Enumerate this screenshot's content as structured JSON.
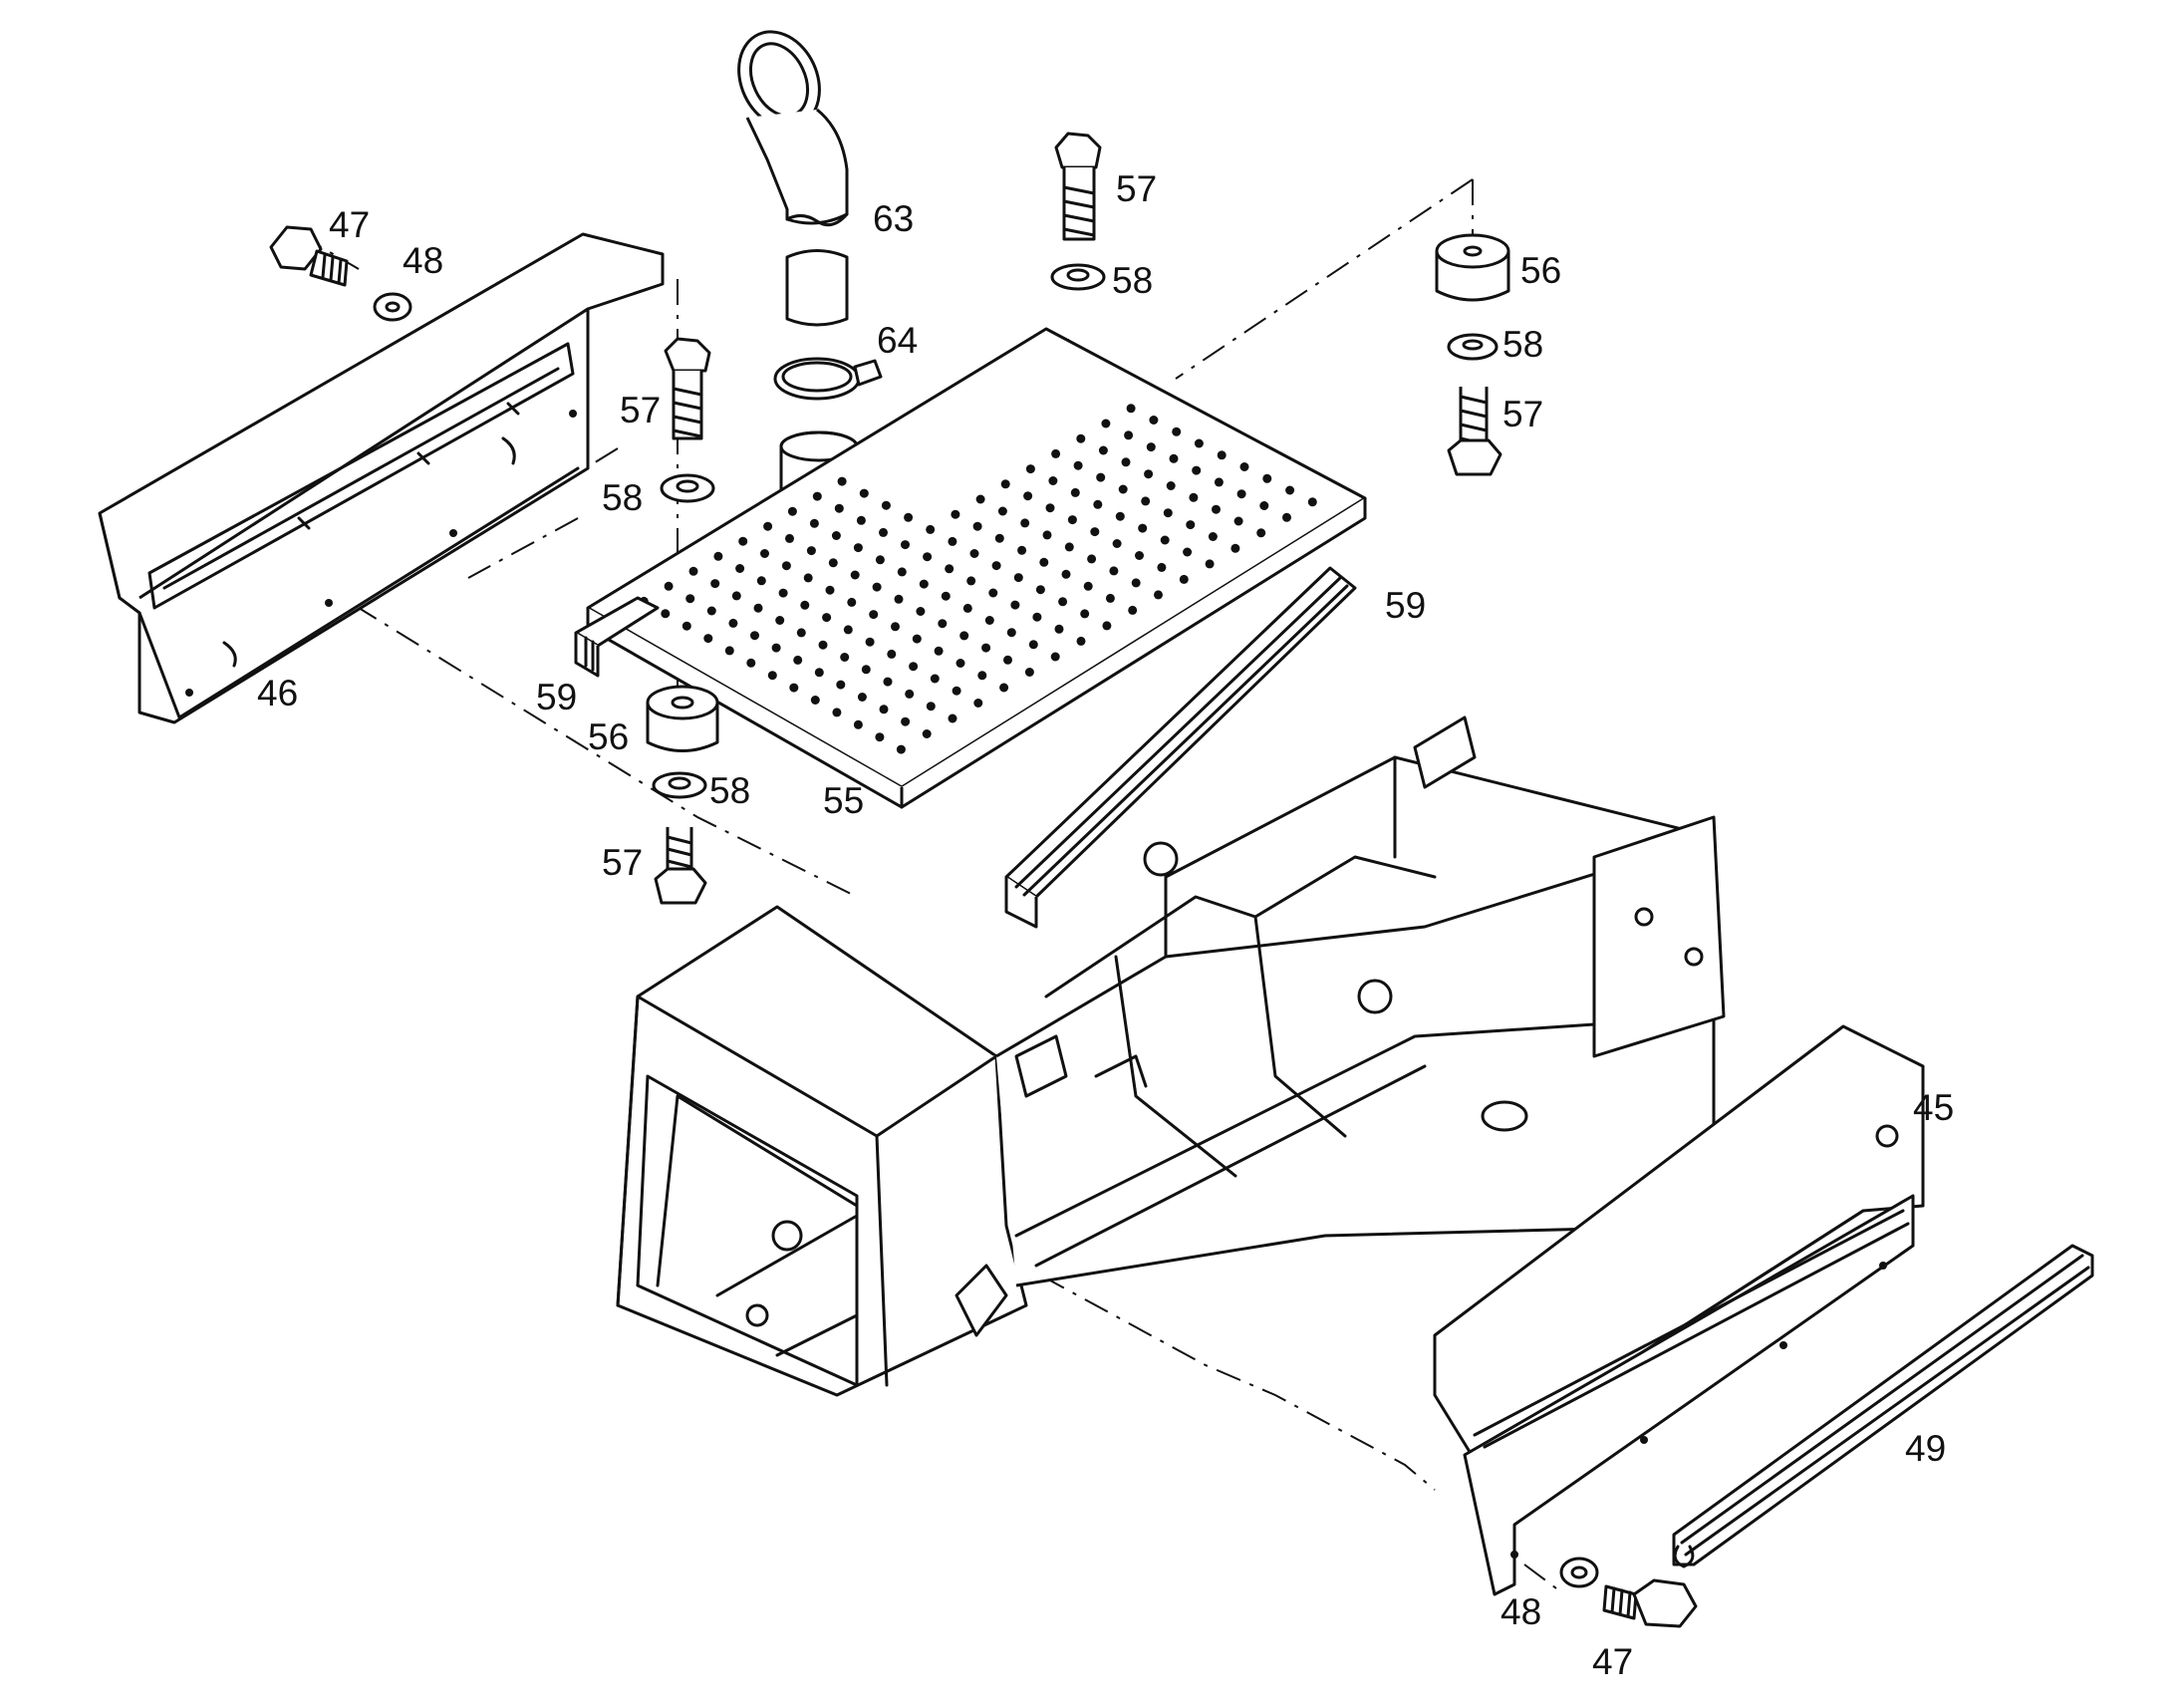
{
  "diagram": {
    "type": "exploded-parts-drawing",
    "line_color": "#111111",
    "background": "#ffffff",
    "callouts": {
      "c45": "45",
      "c46": "46",
      "c47a": "47",
      "c47b": "47",
      "c48a": "48",
      "c48b": "48",
      "c49": "49",
      "c55": "55",
      "c56a": "56",
      "c56b": "56",
      "c57a": "57",
      "c57b": "57",
      "c57c": "57",
      "c57d": "57",
      "c58a": "58",
      "c58b": "58",
      "c58c": "58",
      "c58d": "58",
      "c59a": "59",
      "c59b": "59",
      "c63": "63",
      "c64": "64"
    }
  }
}
